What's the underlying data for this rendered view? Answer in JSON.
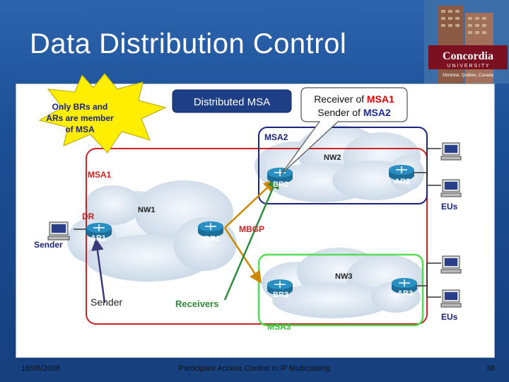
{
  "slide": {
    "title": "Data Distribution Control",
    "logo_text": "Concordia",
    "logo_sub": "U N I V E R S I T Y",
    "logo_tag": "Montréal, Québec, Canada"
  },
  "callouts": {
    "star": {
      "line1": "Only BRs and",
      "line2": "ARs are member",
      "line3": "of MSA"
    },
    "distributed_msa": "Distributed MSA",
    "receiver_sender": {
      "line1_prefix": "Receiver of ",
      "line1_highlight": "MSA1",
      "line2_prefix": "Sender of ",
      "line2_highlight": "MSA2"
    }
  },
  "diagram": {
    "domains": {
      "msa1": "MSA1",
      "msa2": "MSA2",
      "msa3": "MSA3"
    },
    "networks": {
      "nw1": "NW1",
      "nw2": "NW2",
      "nw3": "NW3"
    },
    "routers": {
      "ar1": "AR1",
      "br1": "BR1",
      "br2": "BR2",
      "ar2": "AR2",
      "br3": "BR3",
      "ar3": "AR3"
    },
    "labels": {
      "dr": "DR",
      "sender_host": "Sender",
      "sender_arrow": "Sender",
      "receivers": "Receivers",
      "mbgp": "MBGP",
      "eus_top": "EUs",
      "eus_bottom": "EUs"
    },
    "colors": {
      "msa1": "#cc2222",
      "msa2": "#1a237e",
      "msa3": "#55dd55",
      "mbgp_arrow": "#cc8800",
      "receivers_arrow": "#2e8b3a",
      "router": "#2a8fc2",
      "highlight_red": "#e00000",
      "highlight_blue": "#1a2a9a",
      "star": "#ffee00"
    }
  },
  "footer": {
    "date": "16/06/2008",
    "center": "Participant Access Control in IP Multicasting",
    "page": "38"
  }
}
